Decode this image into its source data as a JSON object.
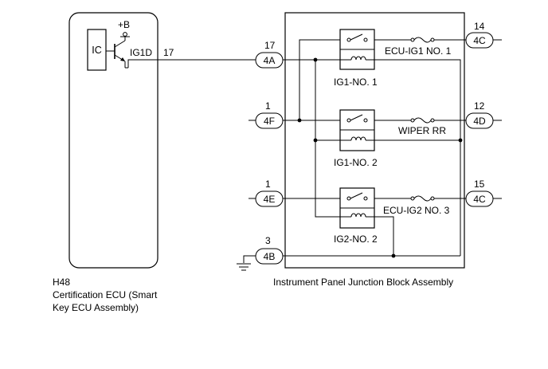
{
  "ecu": {
    "code": "H48",
    "name_line1": "Certification ECU (Smart",
    "name_line2": "Key ECU Assembly)",
    "ic_label": "IC",
    "supply_label": "+B",
    "output_label": "IG1D",
    "output_pin": "17"
  },
  "junction_block": {
    "name": "Instrument Panel Junction Block Assembly",
    "connectors": {
      "in_4a": {
        "label": "4A",
        "pin": "17"
      },
      "in_4f": {
        "label": "4F",
        "pin": "1"
      },
      "in_4e": {
        "label": "4E",
        "pin": "1"
      },
      "in_4b": {
        "label": "4B",
        "pin": "3"
      },
      "out_4c_top": {
        "label": "4C",
        "pin": "14"
      },
      "out_4d": {
        "label": "4D",
        "pin": "12"
      },
      "out_4c_bottom": {
        "label": "4C",
        "pin": "15"
      }
    },
    "relays": {
      "r1": "IG1-NO. 1",
      "r2": "IG1-NO. 2",
      "r3": "IG2-NO. 2"
    },
    "fuses": {
      "f1": "ECU-IG1 NO. 1",
      "f2": "WIPER RR",
      "f3": "ECU-IG2 NO. 3"
    }
  }
}
